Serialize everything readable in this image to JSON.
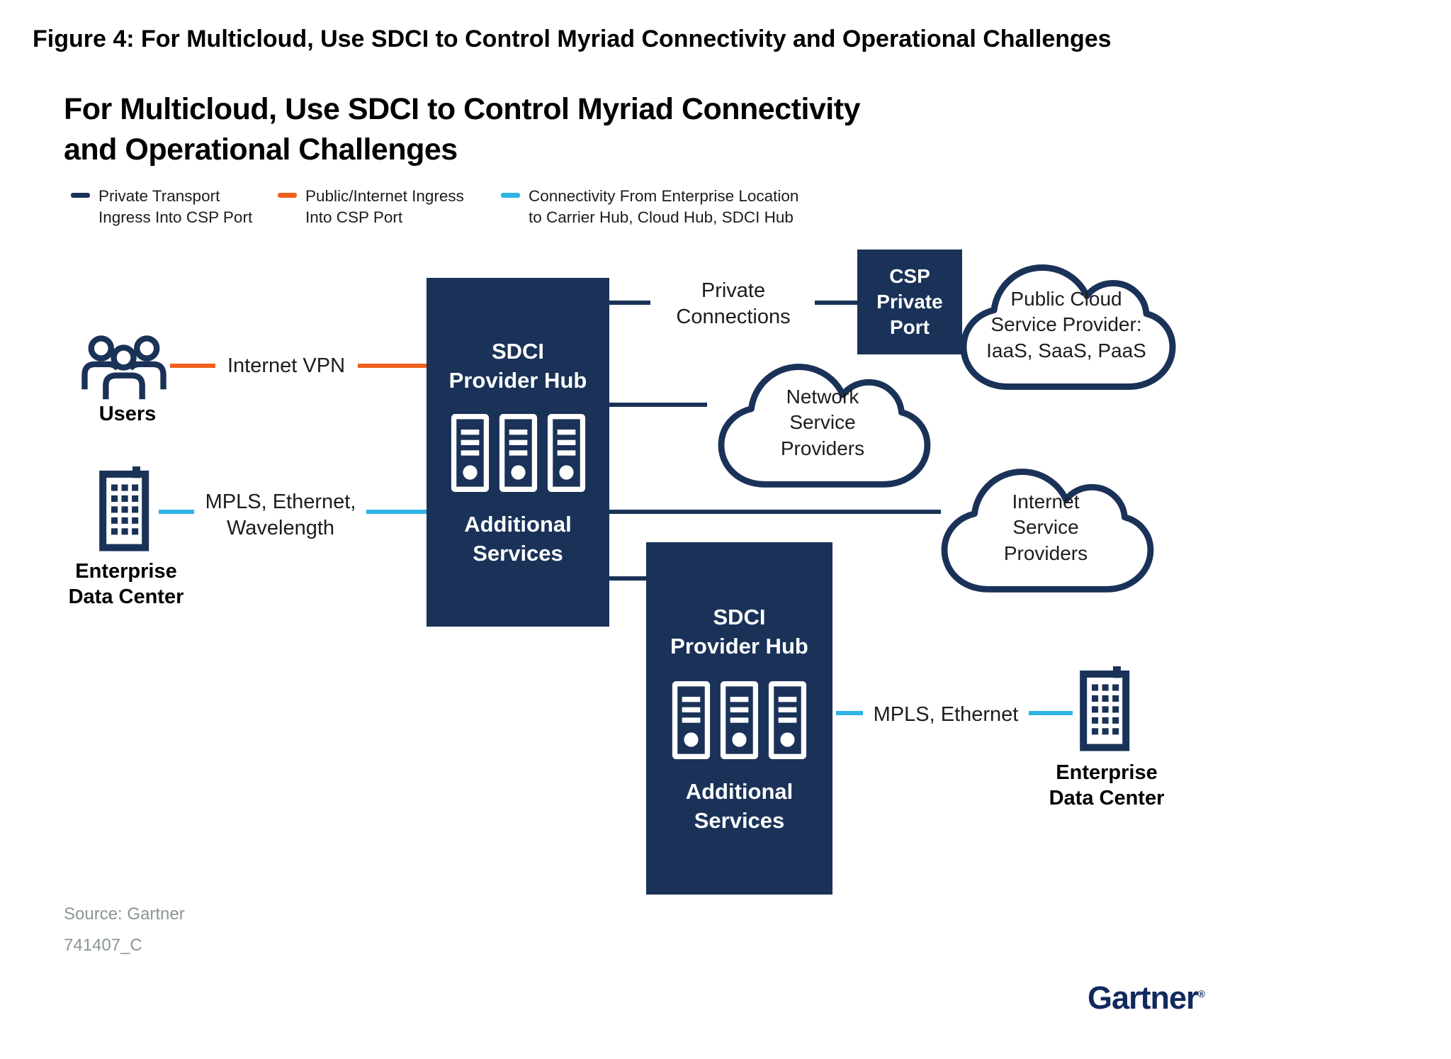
{
  "header": {
    "figure_title": "Figure 4: For Multicloud, Use SDCI to Control Myriad Connectivity and Operational Challenges",
    "title_line1": "For Multicloud, Use SDCI to Control Myriad Connectivity",
    "title_line2": "and Operational Challenges"
  },
  "colors": {
    "navy": "#1a3258",
    "orange": "#f2601e",
    "light_blue": "#2eb3e6",
    "source_gray": "#8b9598",
    "logo_navy": "#12295e",
    "text_dark": "#1d1d1d"
  },
  "legend": {
    "items": [
      {
        "line1": "Private Transport",
        "line2": "Ingress Into CSP Port",
        "color": "#1a3258"
      },
      {
        "line1": "Public/Internet Ingress",
        "line2": "Into CSP Port",
        "color": "#f2601e"
      },
      {
        "line1": "Connectivity From Enterprise Location",
        "line2": "to Carrier Hub, Cloud Hub, SDCI Hub",
        "color": "#2eb3e6"
      }
    ]
  },
  "nodes": {
    "users": {
      "label": "Users"
    },
    "enterprise_dc_left": {
      "line1": "Enterprise",
      "line2": "Data Center"
    },
    "sdci_hub_1": {
      "title_line1": "SDCI",
      "title_line2": "Provider Hub",
      "services_line1": "Additional",
      "services_line2": "Services"
    },
    "sdci_hub_2": {
      "title_line1": "SDCI",
      "title_line2": "Provider Hub",
      "services_line1": "Additional",
      "services_line2": "Services"
    },
    "csp_private_port": {
      "line1": "CSP",
      "line2": "Private",
      "line3": "Port"
    },
    "public_cloud": {
      "line1": "Public Cloud",
      "line2": "Service Provider:",
      "line3": "IaaS, SaaS, PaaS"
    },
    "network_service_providers": {
      "line1": "Network",
      "line2": "Service",
      "line3": "Providers"
    },
    "internet_service_providers": {
      "line1": "Internet",
      "line2": "Service",
      "line3": "Providers"
    },
    "enterprise_dc_right": {
      "line1": "Enterprise",
      "line2": "Data Center"
    }
  },
  "links": {
    "internet_vpn": {
      "label": "Internet VPN"
    },
    "mpls_wavelength": {
      "line1": "MPLS, Ethernet,",
      "line2": "Wavelength"
    },
    "private_connections": {
      "line1": "Private",
      "line2": "Connections"
    },
    "mpls_ethernet": {
      "label": "MPLS, Ethernet"
    }
  },
  "footer": {
    "source": "Source: Gartner",
    "doc_id": "741407_C",
    "logo": "Gartner",
    "logo_reg": "®"
  }
}
